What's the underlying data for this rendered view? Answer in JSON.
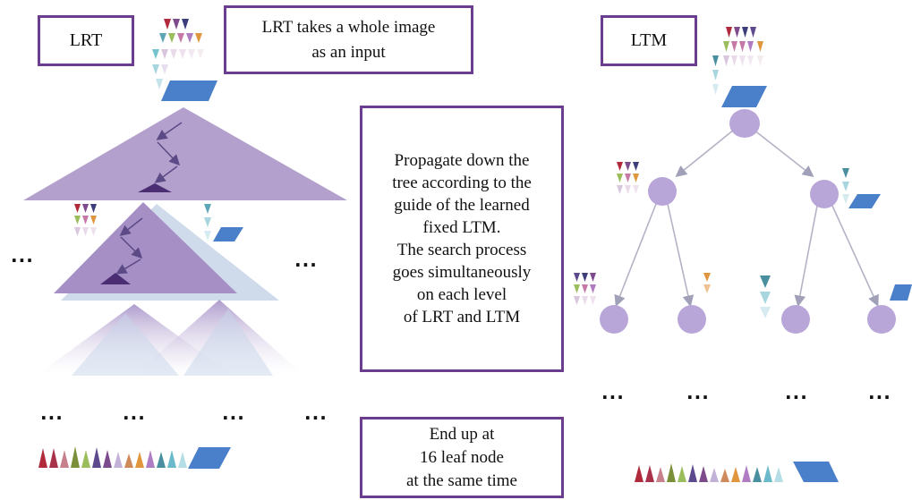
{
  "labels": {
    "lrt": "LRT",
    "ltm": "LTM",
    "input_note": "LRT takes a whole image\nas an input",
    "propagate_note": "Propagate down the\ntree according to the\nguide of the learned\nfixed LTM.\nThe search process\ngoes simultaneously\non each level\nof LRT and LTM",
    "end_note": "End up at\n16 leaf node\nat the same time"
  },
  "ellipsis": "...",
  "colors": {
    "box_border": "#6a3d8f",
    "pyramid_large": "#b3a0cd",
    "pyramid_mid": "#a58fc4",
    "pyramid_shadow": "#c3d2e6",
    "pyramid_dark": "#4a2d72",
    "tree_node": "#b9a6d8",
    "tree_edge": "#b3b3c6",
    "parallelogram": "#4a7fc9"
  },
  "icons": {
    "feature_triangles": "triangle-glyphs",
    "image_patch": "parallelogram-shape",
    "search_path": "arrow-icon"
  }
}
